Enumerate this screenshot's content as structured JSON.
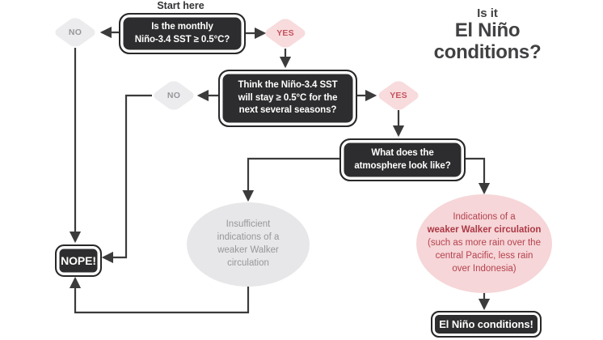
{
  "title": {
    "pre": "Is it",
    "main": "El Niño\nconditions?"
  },
  "start_label": "Start here",
  "nodes": {
    "q1": {
      "label": "Is the monthly\nNiño-3.4 SST ≥ 0.5°C?"
    },
    "q2": {
      "label": "Think the Niño-3.4 SST\nwill stay ≥ 0.5°C for the\nnext several seasons?"
    },
    "q3": {
      "label": "What does the\natmosphere look like?"
    },
    "no1": {
      "label": "NO"
    },
    "yes1": {
      "label": "YES"
    },
    "no2": {
      "label": "NO"
    },
    "yes2": {
      "label": "YES"
    },
    "outcome_insufficient": {
      "label": "Insufficient\nindications of a\nweaker Walker\ncirculation"
    },
    "outcome_indications": {
      "line1": "Indications of a",
      "line2": "weaker Walker circulation",
      "line3": "(such as more rain over the\ncentral Pacific, less rain\nover Indonesia)"
    },
    "nope": {
      "label": "NOPE!"
    },
    "result": {
      "label": "El Niño conditions!"
    }
  },
  "colors": {
    "box_dark": "#2d2d2f",
    "line": "#3b3b3b",
    "gray_fill": "#ececee",
    "gray_text": "#97979b",
    "pink_fill": "#f8dbdd",
    "pink_text": "#c5535f",
    "oval_pink_fill": "#f6d6d8",
    "oval_pink_text": "#b4414e",
    "title_text": "#414144"
  }
}
